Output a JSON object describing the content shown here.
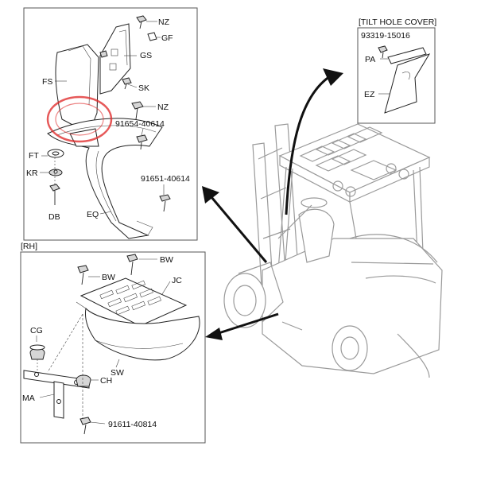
{
  "labels": {
    "nz_top": "NZ",
    "gf": "GF",
    "gs": "GS",
    "fs": "FS",
    "sk": "SK",
    "nz_mid": "NZ",
    "p91654": "91654-40614",
    "ft": "FT",
    "kr": "KR",
    "p91651": "91651-40614",
    "db": "DB",
    "eq": "EQ",
    "rh": "[RH]",
    "bw_1": "BW",
    "bw_2": "BW",
    "jc": "JC",
    "cg": "CG",
    "sw": "SW",
    "ch": "CH",
    "ma": "MA",
    "p91611": "91611-40814",
    "tilt_title": "[TILT HOLE COVER]",
    "p93319": "93319-15016",
    "pa": "PA",
    "ez": "EZ"
  },
  "colors": {
    "stamp": "#e03030",
    "forklift_lines": "#9a9a9a",
    "part_lines": "#222222",
    "part_shade": "#d6d6d6"
  }
}
